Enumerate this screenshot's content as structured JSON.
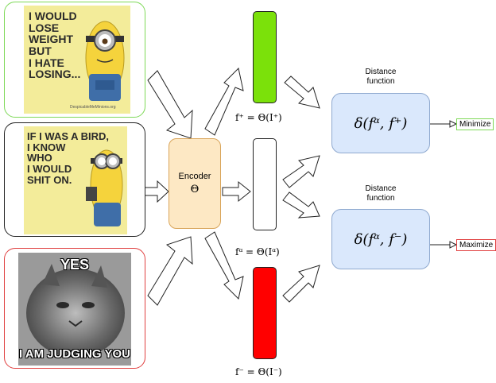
{
  "images": [
    {
      "text": "I WOULD\nLOSE\nWEIGHT\nBUT\nI HATE\nLOSING...",
      "watermark": "DespicableMeMinions.org",
      "border_color": "#7ed957"
    },
    {
      "text": "IF I WAS A BIRD,\nI KNOW\nWHO\nI WOULD\nSHIT ON.",
      "border_color": "#222222"
    },
    {
      "text_top": "YES",
      "text_bottom": "I AM JUDGING YOU",
      "border_color": "#e04040"
    }
  ],
  "encoder": {
    "label": "Encoder",
    "symbol": "Θ"
  },
  "features": {
    "positive": {
      "formula": "f⁺ = Θ(I⁺)",
      "color": "#7be10a"
    },
    "anchor": {
      "formula": "fᵅ = Θ(Iᵅ)",
      "color": "#ffffff"
    },
    "negative": {
      "formula": "f⁻ = Θ(I⁻)",
      "color": "#ff0000"
    }
  },
  "distance": [
    {
      "label": "Distance\nfunction",
      "formula": "δ(fᵅ, f⁺)",
      "output": "Minimize",
      "output_color": "#7ed957"
    },
    {
      "label": "Distance\nfunction",
      "formula": "δ(fᵅ, f⁻)",
      "output": "Maximize",
      "output_color": "#e04040"
    }
  ]
}
